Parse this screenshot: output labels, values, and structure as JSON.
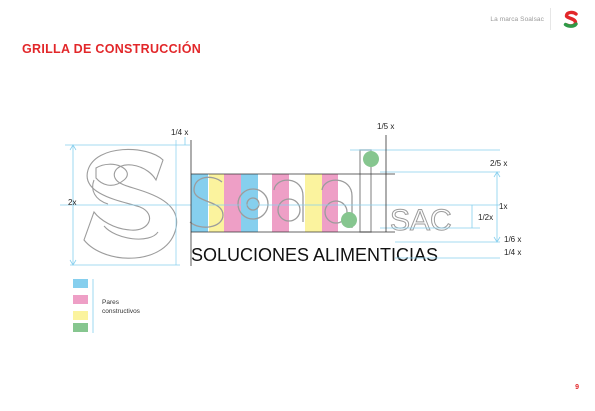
{
  "header": {
    "brand_caption": "La marca Soalsac"
  },
  "page_title": "GRILLA DE CONSTRUCCIÓN",
  "page_number": "9",
  "logo": {
    "wordmark": "soal",
    "suffix": "SAC",
    "tagline": "SOLUCIONES ALIMENTICIAS"
  },
  "measurements": {
    "top_quarter": "1/4 x",
    "top_fifth": "1/5 x",
    "left_height": "2x",
    "right_two_fifths": "2/5 x",
    "right_x": "1x",
    "right_half": "1/2x",
    "right_sixth": "1/6 x",
    "right_quarter": "1/4 x"
  },
  "legend": {
    "label_line1": "Pares",
    "label_line2": "constructivos",
    "swatches": [
      {
        "name": "blue",
        "color": "#86cfee"
      },
      {
        "name": "pink",
        "color": "#ee9fc6"
      },
      {
        "name": "yellow",
        "color": "#fbf39e"
      },
      {
        "name": "green",
        "color": "#86c68f"
      }
    ]
  },
  "colors": {
    "accent": "#e2272a",
    "guide": "#86cfee",
    "outline": "#9c9c9c"
  }
}
